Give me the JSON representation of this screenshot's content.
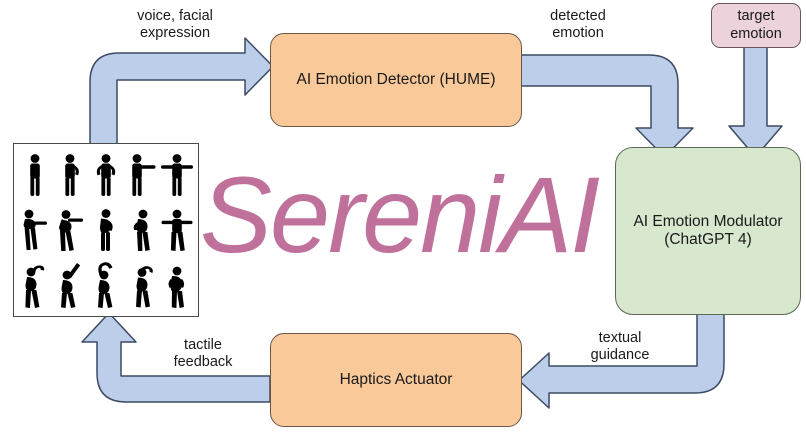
{
  "diagram": {
    "title": "SereniAI system flow diagram",
    "wordmark": "SereniAI",
    "colors": {
      "process_fill": "#F9C99A",
      "process_stroke": "#6b5646",
      "modulator_fill": "#D7E8CE",
      "modulator_stroke": "#5c6b52",
      "input_fill": "#EBD2DB",
      "input_stroke": "#6b5660",
      "arrow_fill": "#BCCEEA",
      "arrow_stroke": "#3d4a63",
      "wordmark_color": "#C0719B",
      "panel_stroke": "#4a4a4a",
      "figure_color": "#000000",
      "background": "#FFFFFF"
    },
    "nodes": {
      "detector": {
        "label": "AI Emotion Detector (HUME)"
      },
      "modulator": {
        "label": "AI Emotion Modulator\n(ChatGPT 4)"
      },
      "target": {
        "label": "target\nemotion"
      },
      "haptics": {
        "label": "Haptics Actuator"
      },
      "poses": {
        "label": "body pose figure grid",
        "rows": 3,
        "columns": 5,
        "count": 15
      }
    },
    "edges": [
      {
        "id": "voice",
        "label": "voice, facial\nexpression",
        "from": "poses",
        "to": "detector"
      },
      {
        "id": "detected",
        "label": "detected\nemotion",
        "from": "detector",
        "to": "modulator"
      },
      {
        "id": "target",
        "label": "",
        "from": "target",
        "to": "modulator"
      },
      {
        "id": "textual",
        "label": "textual\nguidance",
        "from": "modulator",
        "to": "haptics"
      },
      {
        "id": "tactile",
        "label": "tactile\nfeedback",
        "from": "haptics",
        "to": "poses"
      }
    ]
  }
}
